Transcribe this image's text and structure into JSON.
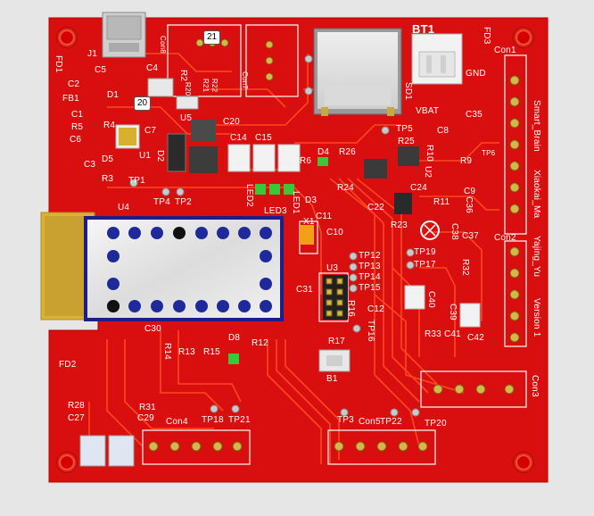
{
  "labels": {
    "J1": "J1",
    "Con8": "Con8",
    "FD1": "FD1",
    "FD2": "FD2",
    "FD3": "FD3",
    "C5": "C5",
    "C4": "C4",
    "C2": "C2",
    "FB1": "FB1",
    "D1": "D1",
    "R2": "R2",
    "R20": "R20",
    "R21": "R21",
    "R22": "R22",
    "C1": "C1",
    "R5": "R5",
    "C6": "C6",
    "R4": "R4",
    "C7": "C7",
    "U5": "U5",
    "C20": "C20",
    "D5": "D5",
    "U1": "U1",
    "D2": "D2",
    "C3": "C3",
    "TP1": "TP1",
    "R3": "R3",
    "U4": "U4",
    "TP4": "TP4",
    "TP2": "TP2",
    "C14": "C14",
    "C15": "C15",
    "LED2": "LED2",
    "LED3": "LED3",
    "LED1": "LED1",
    "D3": "D3",
    "R6": "R6",
    "D4": "D4",
    "R26": "R26",
    "R24": "R24",
    "C22": "C22",
    "TP5": "TP5",
    "R25": "R25",
    "R10": "R10",
    "C8": "C8",
    "U2": "U2",
    "R9": "R9",
    "C24": "C24",
    "R11": "R11",
    "C9": "C9",
    "C36": "C36",
    "C35": "C35",
    "R23": "R23",
    "C38": "C38",
    "C37": "C37",
    "R32": "R32",
    "TP19": "TP19",
    "TP17": "TP17",
    "C11": "C11",
    "X1": "X1",
    "C10": "C10",
    "TP12": "TP12",
    "TP13": "TP13",
    "TP14": "TP14",
    "TP15": "TP15",
    "U3": "U3",
    "C31": "C31",
    "R16": "R16",
    "C12": "C12",
    "TP16": "TP16",
    "R17": "R17",
    "B1": "B1",
    "C30": "C30",
    "R14": "R14",
    "R13": "R13",
    "R15": "R15",
    "D8": "D8",
    "R12": "R12",
    "R33": "R33",
    "C41": "C41",
    "C42": "C42",
    "C40": "C40",
    "C39": "C39",
    "R28": "R28",
    "C27": "C27",
    "R31": "R31",
    "C29": "C29",
    "Con4": "Con4",
    "TP18": "TP18",
    "TP21": "TP21",
    "TP3": "TP3",
    "Con5": "Con5",
    "TP22": "TP22",
    "TP20": "TP20",
    "Con3": "Con3",
    "Con2": "Con2",
    "Con1": "Con1",
    "Con7": "Con7",
    "BT1": "BT1",
    "VBAT": "VBAT",
    "SD1": "SD1",
    "GND": "GND",
    "TP6": "TP6",
    "SmartBrain": "Smart_Brain",
    "Xiaokai": "Xiaokai_Ma",
    "Yajing": "Yajing_Yu",
    "Version": "Version 1"
  },
  "badges": {
    "b21": "21",
    "b20": "20"
  },
  "colors": {
    "board": "#d80f0f",
    "board_dark": "#a80000",
    "trace": "#ff3a1a",
    "silk": "#ffffff",
    "pad_gold": "#c8a845",
    "background": "#e6e6e6",
    "module": "#1e1e8a",
    "led_green": "#38c838"
  }
}
